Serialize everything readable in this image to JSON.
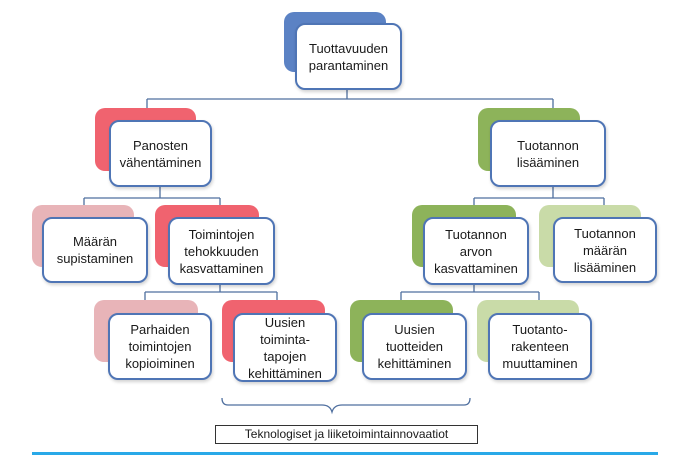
{
  "diagram": {
    "root": {
      "label": "Tuottavuuden\nparantaminen"
    },
    "panosten": {
      "label": "Panosten\nvähentäminen"
    },
    "tuotannon_lisaaminen": {
      "label": "Tuotannon\nlisääminen"
    },
    "maaran_supistaminen": {
      "label": "Määrän\nsupistaminen"
    },
    "tehokkuus": {
      "label": "Toimintojen\ntehokkuuden\nkasvattaminen"
    },
    "arvon_kasvattaminen": {
      "label": "Tuotannon\narvon\nkasvattaminen"
    },
    "maaran_lisaaminen": {
      "label": "Tuotannon\nmäärän\nlisääminen"
    },
    "kopioiminen": {
      "label": "Parhaiden\ntoimintojen\nkopioiminen"
    },
    "toimintatavat": {
      "label": "Uusien\ntoiminta-\ntapojen\nkehittäminen"
    },
    "tuotteet": {
      "label": "Uusien\ntuotteiden\nkehittäminen"
    },
    "tuotantorakenne": {
      "label": "Tuotanto-\nrakenteen\nmuuttaminen"
    },
    "innovations_label": "Teknologiset ja liiketoimintainnovaatiot"
  },
  "colors": {
    "node_border": "#4f75b5",
    "tab_blue": "#5b82c4",
    "tab_red": "#f0636f",
    "tab_red_light": "#e8b4b8",
    "tab_green": "#8db35a",
    "tab_green_light": "#c9dba8",
    "connector": "#4f6f9f",
    "baseline": "#29a9e8"
  }
}
